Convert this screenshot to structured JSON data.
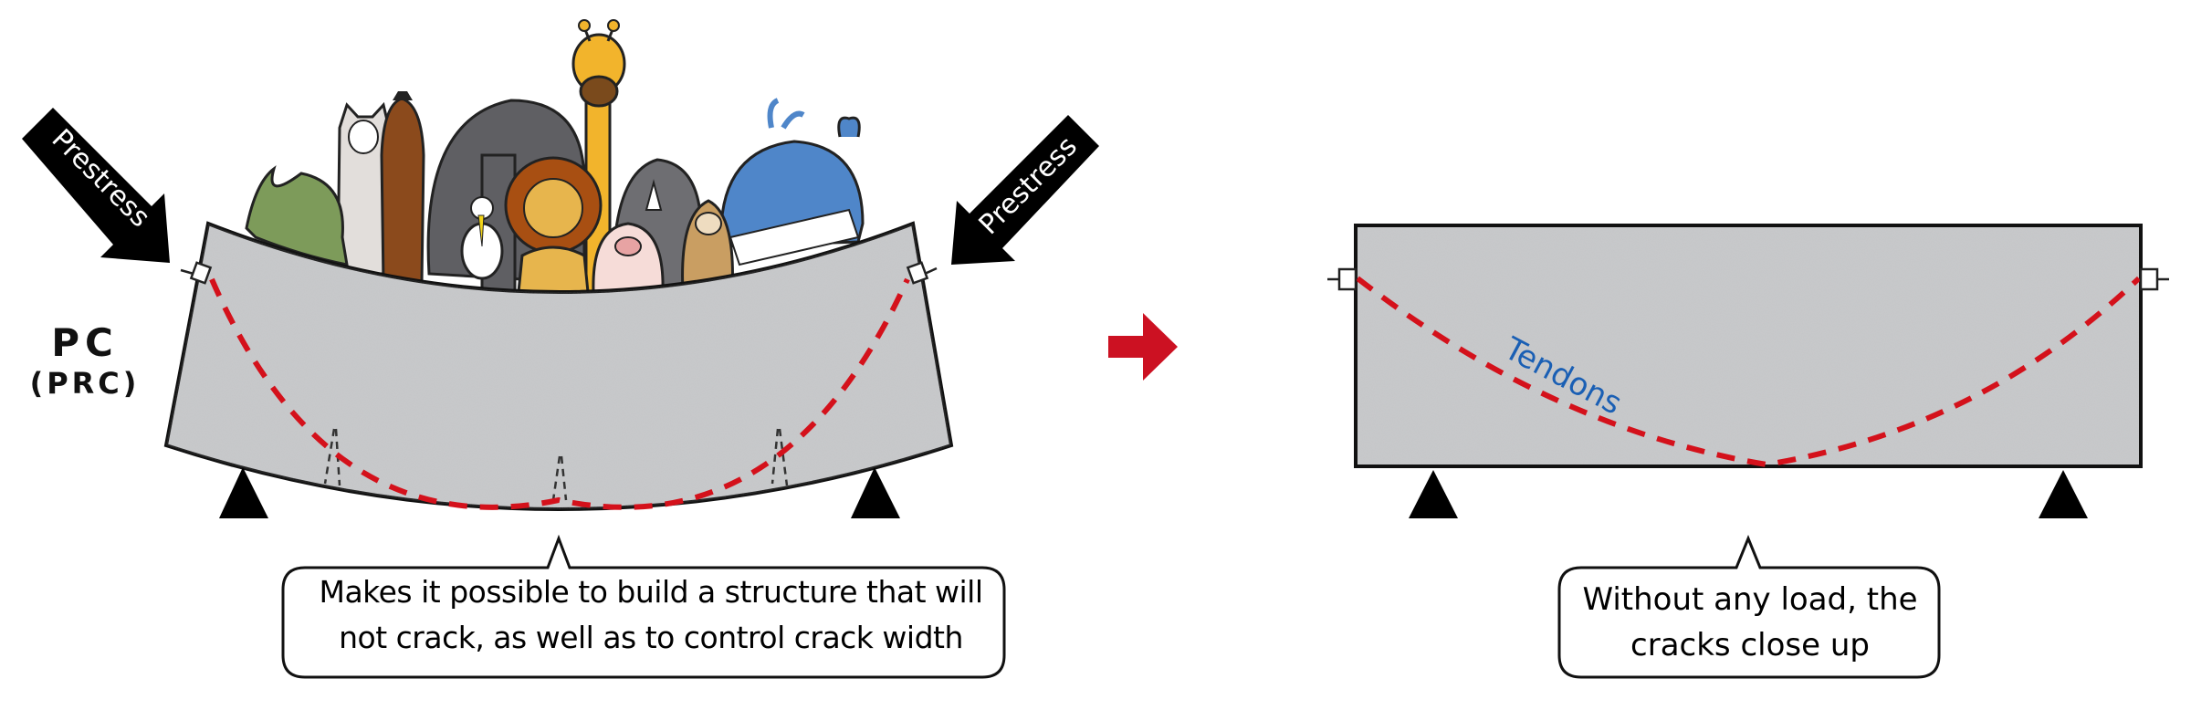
{
  "left_panel": {
    "title_main": "PC",
    "title_sub": "(PRC)",
    "prestress_left": "Prestress",
    "prestress_right": "Prestress",
    "callout": "Makes it possible to build a structure that will not crack, as well as to control crack width",
    "callout_line1": "Makes it possible to build a structure that will",
    "callout_line2": "not crack, as well as to control crack width",
    "animals": [
      "crocodile",
      "alpaca",
      "horse",
      "elephant",
      "bird",
      "lion",
      "giraffe",
      "pig",
      "rhinoceros",
      "otter",
      "whale"
    ]
  },
  "transition_arrow": {
    "icon": "right-arrow-icon",
    "color": "#cc1122"
  },
  "right_panel": {
    "tendon_label": "Tendons",
    "callout_line1": "Without any load, the",
    "callout_line2": "cracks close up"
  },
  "colors": {
    "concrete": "#c4c5c7",
    "tendon": "#d4111b",
    "tendon_label": "#1a5fb4",
    "outline": "#111111",
    "arrow_red": "#cc1122"
  }
}
